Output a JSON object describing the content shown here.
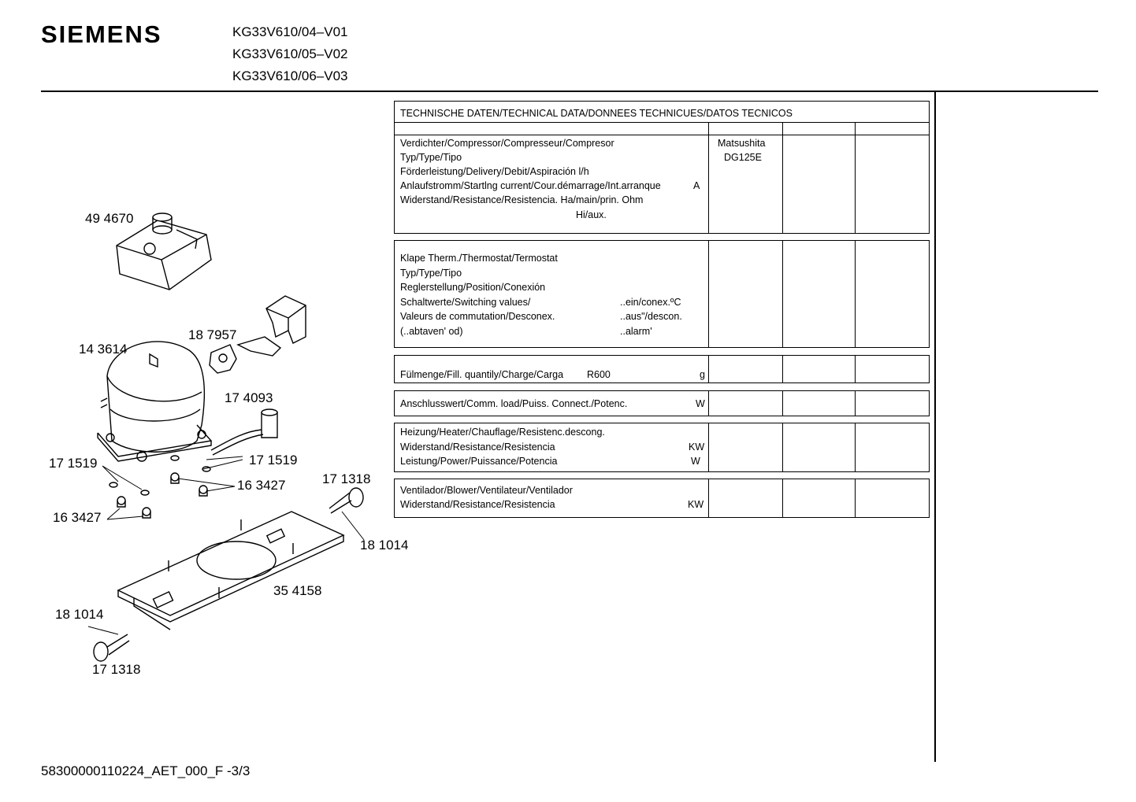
{
  "header": {
    "brand": "SIEMENS",
    "models": [
      "KG33V610/04–V01",
      "KG33V610/05–V02",
      "KG33V610/06–V03"
    ]
  },
  "footer": {
    "doc_id": "58300000110224_AET_000_F -3/3"
  },
  "diagram": {
    "part_labels": [
      "49 4670",
      "18 7957",
      "14 3614",
      "17 4093",
      "17 1519",
      "17 1519",
      "16 3427",
      "17 1318",
      "16 3427",
      "18 1014",
      "35 4158",
      "18 1014",
      "17 1318"
    ]
  },
  "table": {
    "title": "TECHNISCHE DATEN/TECHNICAL DATA/DONNEES TECHNICUES/DATOS TECNICOS",
    "compressor": {
      "rows": [
        "Verdichter/Compressor/Compresseur/Compresor",
        "Typ/Type/Tipo",
        "Förderleistung/Delivery/Debit/Aspiración l/h",
        "Anlaufstromm/Startlng current/Cour.démarrage/Int.arranque",
        "Widerstand/Resistance/Resistencia. Ha/main/prin. Ohm"
      ],
      "unit_a": "A",
      "sub": "Hi/aux.",
      "value1": "Matsushita",
      "value2": "DG125E"
    },
    "thermostat": {
      "rows": [
        "Klape Therm./Thermostat/Termostat",
        "Typ/Type/Tipo",
        "Reglerstellung/Position/Conexión",
        "Schaltwerte/Switching values/",
        "Valeurs de commutation/Desconex.",
        "(..abtaven' od)"
      ],
      "right": [
        "..ein/conex.ºC",
        "..aus\"/descon.",
        "..alarm'"
      ]
    },
    "fill": {
      "label": "Fülmenge/Fill. quantily/Charge/Carga",
      "refrigerant": "R600",
      "unit": "g"
    },
    "connect": {
      "label": "Anschlusswert/Comm. load/Puiss. Connect./Potenc.",
      "unit": "W"
    },
    "heater": {
      "rows": [
        "Heizung/Heater/Chauflage/Resistenc.descong.",
        "Widerstand/Resistance/Resistencia",
        "Leistung/Power/Puissance/Potencia"
      ],
      "units": [
        "KW",
        "W"
      ]
    },
    "blower": {
      "rows": [
        "Ventilador/Blower/Ventilateur/Ventilador",
        "Widerstand/Resistance/Resistencia"
      ],
      "unit": "KW"
    }
  }
}
